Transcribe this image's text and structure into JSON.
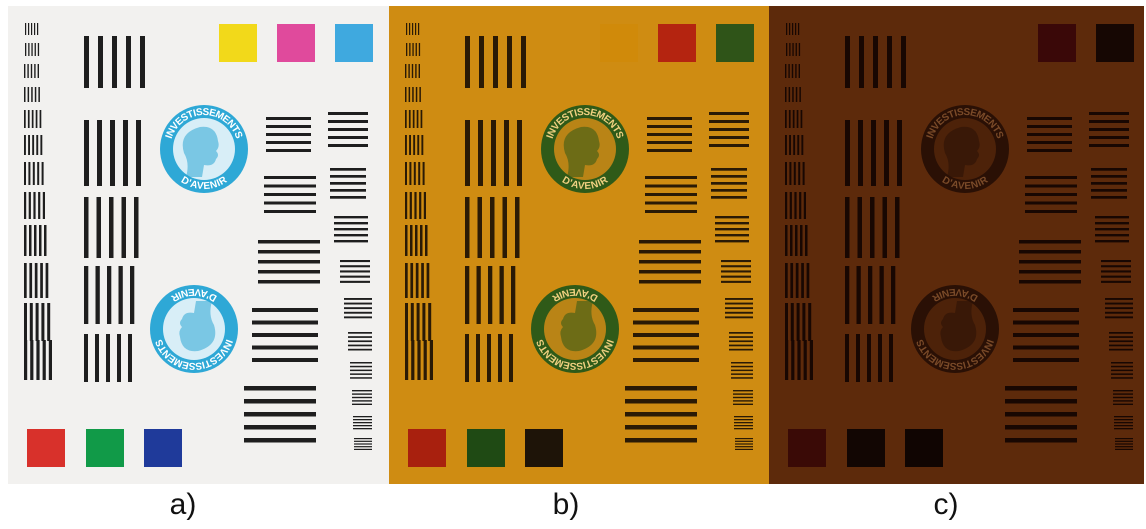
{
  "panels": [
    {
      "id": "a",
      "caption": "a)",
      "background": "#f2f1ef",
      "bar_color": "#1e1e1e",
      "logo_ring_color": "#2ea8d6",
      "logo_fill_color": "#d8eef7",
      "logo_text_color": "#ffffff",
      "top_swatches": [
        "#f2d91a",
        "#e04a9c",
        "#3fa9df"
      ],
      "bottom_swatches": [
        "#d8312b",
        "#119a48",
        "#1f3a9a"
      ]
    },
    {
      "id": "b",
      "caption": "b)",
      "background": "#cf8c12",
      "bar_color": "#2a1a05",
      "logo_ring_color": "#2f5a18",
      "logo_fill_color": "#b98416",
      "logo_text_color": "#f0d080",
      "top_swatches": [
        "#d08a0a",
        "#b42410",
        "#2f5418"
      ],
      "bottom_swatches": [
        "#a8200e",
        "#1f4a14",
        "#1e1408"
      ]
    },
    {
      "id": "c",
      "caption": "c)",
      "background": "#5d2a0b",
      "bar_color": "#180702",
      "logo_ring_color": "#2a1005",
      "logo_fill_color": "#4d2209",
      "logo_text_color": "#7a4a28",
      "top_swatches": [
        "#5d2a0b",
        "#3a0808",
        "#160703"
      ],
      "bottom_swatches": [
        "#3a0a06",
        "#120603",
        "#100502"
      ]
    }
  ],
  "logo": {
    "top_text": "INVESTISSEMENTS",
    "bottom_text": "D'AVENIR"
  }
}
